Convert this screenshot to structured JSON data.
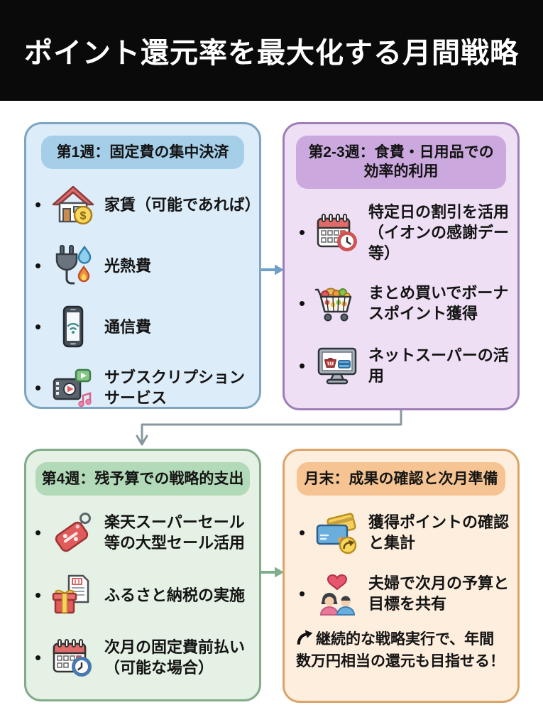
{
  "header": {
    "title": "ポイント還元率を最大化する月間戦略"
  },
  "boxes": [
    {
      "id": "week1",
      "badge": "第1週：固定費の集中決済",
      "items": [
        {
          "icon": "house-coin-icon",
          "text": "家賃（可能であれば）"
        },
        {
          "icon": "utilities-plug-icon",
          "text": "光熱費"
        },
        {
          "icon": "smartphone-wifi-icon",
          "text": "通信費"
        },
        {
          "icon": "subscription-media-icon",
          "text": "サブスクリプションサービス"
        }
      ]
    },
    {
      "id": "week2-3",
      "badge": "第2-3週：食費・日用品での効率的利用",
      "items": [
        {
          "icon": "calendar-discount-icon",
          "text": "特定日の割引を活用（イオンの感謝デー等）"
        },
        {
          "icon": "grocery-cart-icon",
          "text": "まとめ買いでボーナスポイント獲得"
        },
        {
          "icon": "online-supermarket-icon",
          "text": "ネットスーパーの活用"
        }
      ]
    },
    {
      "id": "week4",
      "badge": "第4週：残予算での戦略的支出",
      "items": [
        {
          "icon": "sale-tag-icon",
          "text": "楽天スーパーセール等の大型セール活用"
        },
        {
          "icon": "furusato-gift-icon",
          "text": "ふるさと納税の実施"
        },
        {
          "icon": "calendar-prepay-icon",
          "text": "次月の固定費前払い（可能な場合）"
        }
      ]
    },
    {
      "id": "month-end",
      "badge": "月末：成果の確認と次月準備",
      "items": [
        {
          "icon": "point-cards-icon",
          "text": "獲得ポイントの確認と集計"
        },
        {
          "icon": "couple-heart-icon",
          "text": "夫婦で次月の予算と目標を共有"
        }
      ],
      "note": "継続的な戦略実行で、年間数万円相当の還元も目指せる！"
    }
  ],
  "palette": {
    "header_bg": "#0a0a0a",
    "title_color": "#ffffff",
    "week1": {
      "bg": "#dcecf8",
      "border": "#7ea6c4",
      "badge": "#a5cfe9"
    },
    "week2_3": {
      "bg": "#eedff5",
      "border": "#9e7fb8",
      "badge": "#cba9de"
    },
    "week4": {
      "bg": "#e4f1e4",
      "border": "#82ab89",
      "badge": "#b2d9b8"
    },
    "month_end": {
      "bg": "#fdeede",
      "border": "#dca468",
      "badge": "#f5c492"
    },
    "arrow_blue": "#6f9fc6",
    "arrow_green": "#7fae8e",
    "connector_gray": "#87989c"
  }
}
